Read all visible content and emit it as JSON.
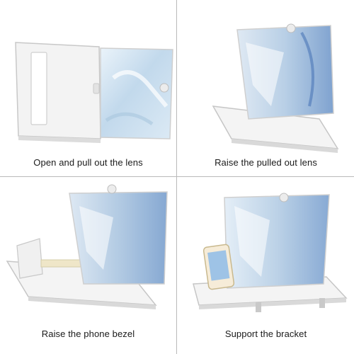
{
  "panels": [
    {
      "caption": "Open and pull out the lens"
    },
    {
      "caption": "Raise the pulled out lens"
    },
    {
      "caption": "Raise the phone bezel"
    },
    {
      "caption": "Support the bracket"
    }
  ],
  "colors": {
    "divider": "#b9b9b9",
    "device_white": "#f4f4f4",
    "lens_blue": "#c6dcee",
    "lens_highlight": "#eef6fc"
  }
}
